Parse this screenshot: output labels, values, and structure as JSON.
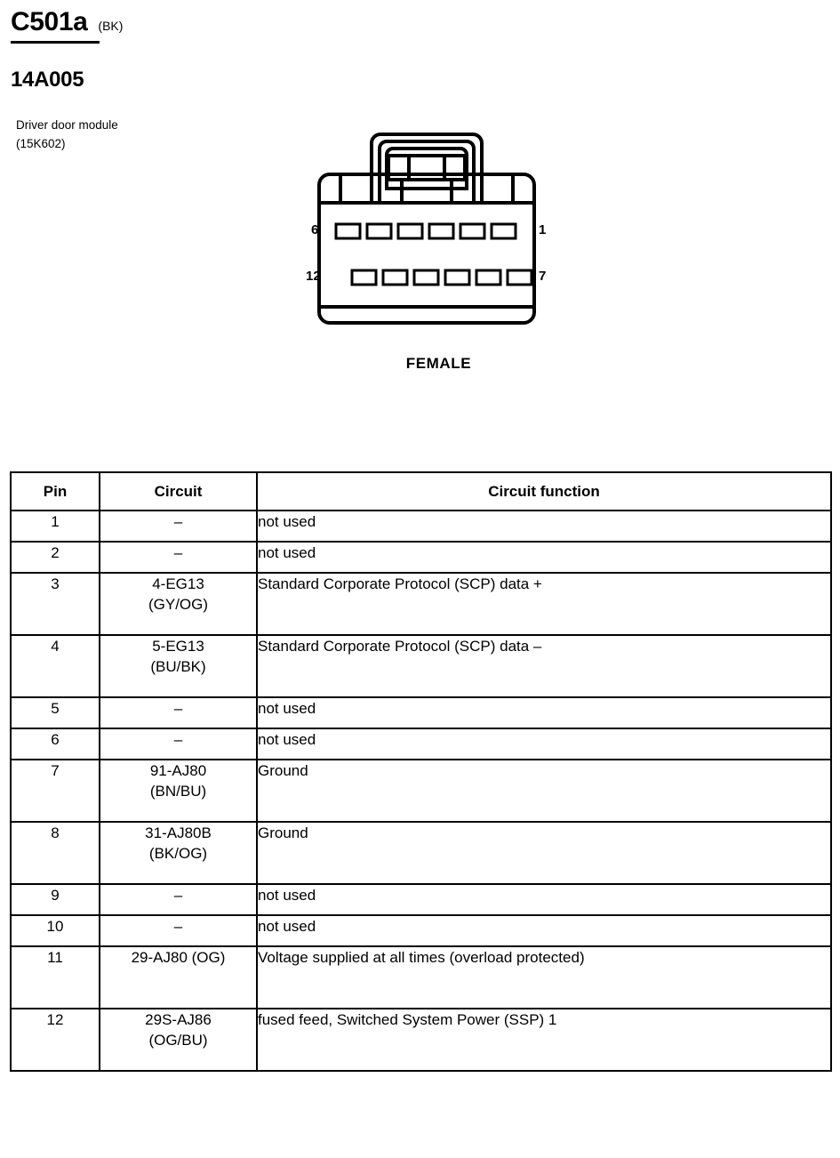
{
  "header": {
    "connector_id": "C501a",
    "connector_color_code": "(BK)",
    "part_number": "14A005",
    "component_name": "Driver door module",
    "component_part_number": "(15K602)"
  },
  "connector_figure": {
    "gender_label": "FEMALE",
    "pin_reference_labels": {
      "top_row_left": "6",
      "top_row_right": "1",
      "bottom_row_left": "12",
      "bottom_row_right": "7"
    },
    "top_row_cavity_count": 6,
    "bottom_row_cavity_count": 6
  },
  "table": {
    "columns": [
      "Pin",
      "Circuit",
      "Circuit function"
    ],
    "rows": [
      {
        "pin": "1",
        "circuit_line1": "–",
        "circuit_line2": "",
        "function": "not used",
        "tall": false
      },
      {
        "pin": "2",
        "circuit_line1": "–",
        "circuit_line2": "",
        "function": "not used",
        "tall": false
      },
      {
        "pin": "3",
        "circuit_line1": "4-EG13",
        "circuit_line2": "(GY/OG)",
        "function": "Standard Corporate Protocol (SCP) data +",
        "tall": true
      },
      {
        "pin": "4",
        "circuit_line1": "5-EG13",
        "circuit_line2": "(BU/BK)",
        "function": "Standard Corporate Protocol (SCP) data –",
        "tall": true
      },
      {
        "pin": "5",
        "circuit_line1": "–",
        "circuit_line2": "",
        "function": "not used",
        "tall": false
      },
      {
        "pin": "6",
        "circuit_line1": "–",
        "circuit_line2": "",
        "function": "not used",
        "tall": false
      },
      {
        "pin": "7",
        "circuit_line1": "91-AJ80",
        "circuit_line2": "(BN/BU)",
        "function": "Ground",
        "tall": true
      },
      {
        "pin": "8",
        "circuit_line1": "31-AJ80B",
        "circuit_line2": "(BK/OG)",
        "function": "Ground",
        "tall": true
      },
      {
        "pin": "9",
        "circuit_line1": "–",
        "circuit_line2": "",
        "function": "not used",
        "tall": false
      },
      {
        "pin": "10",
        "circuit_line1": "–",
        "circuit_line2": "",
        "function": "not used",
        "tall": false
      },
      {
        "pin": "11",
        "circuit_line1": "29-AJ80 (OG)",
        "circuit_line2": "",
        "function": "Voltage supplied at all times (overload protected)",
        "tall": true
      },
      {
        "pin": "12",
        "circuit_line1": "29S-AJ86",
        "circuit_line2": "(OG/BU)",
        "function": "fused feed, Switched System Power (SSP) 1",
        "tall": true
      }
    ]
  },
  "colors": {
    "ink": "#000000",
    "paper": "#ffffff"
  }
}
